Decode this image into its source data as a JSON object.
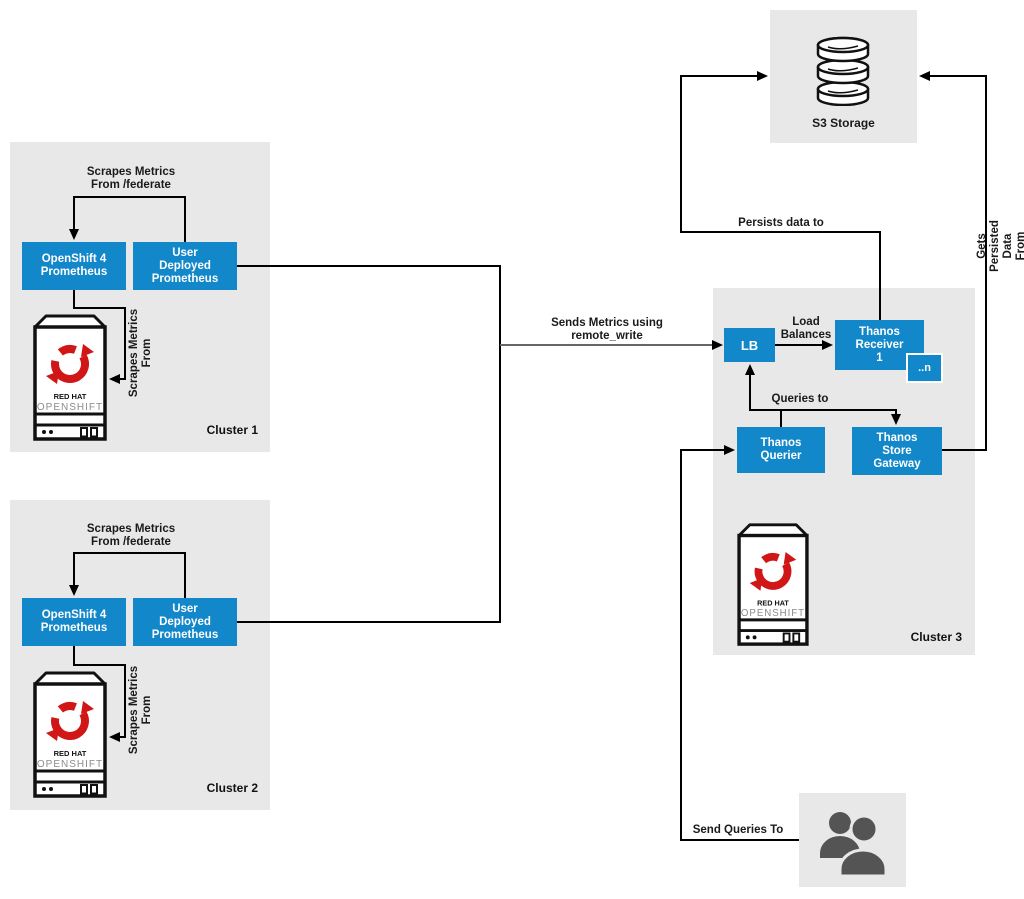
{
  "colors": {
    "node_blue": "#1287c9",
    "container_gray": "#e8e8e8",
    "redhat_red": "#d01616",
    "users_icon_gray": "#545454",
    "line_black": "#000000",
    "line_gray": "#666666"
  },
  "s3": {
    "label": "S3 Storage",
    "icon": "database-cylinder-icon"
  },
  "users": {
    "icon": "users-icon"
  },
  "server": {
    "brand": "RED HAT",
    "product": "OPENSHIFT"
  },
  "edge_labels": {
    "scrapes_federate": "Scrapes Metrics\nFrom /federate",
    "scrapes_from": "Scrapes Metrics\nFrom",
    "sends_metrics": "Sends Metrics using\nremote_write",
    "load_balances": "Load\nBalances",
    "queries_to": "Queries to",
    "persists_data_to": "Persists data to",
    "gets_persisted": "Gets Persisted\nData From",
    "send_queries_to": "Send Queries To"
  },
  "cluster1": {
    "label": "Cluster 1",
    "openshift_prometheus": "OpenShift 4\nPrometheus",
    "user_prometheus": "User\nDeployed\nPrometheus"
  },
  "cluster2": {
    "label": "Cluster 2",
    "openshift_prometheus": "OpenShift 4\nPrometheus",
    "user_prometheus": "User\nDeployed\nPrometheus"
  },
  "cluster3": {
    "label": "Cluster 3",
    "lb": "LB",
    "thanos_receiver": "Thanos\nReceiver\n1",
    "receiver_scale": "..n",
    "thanos_querier": "Thanos\nQuerier",
    "thanos_store_gateway": "Thanos\nStore\nGateway"
  }
}
